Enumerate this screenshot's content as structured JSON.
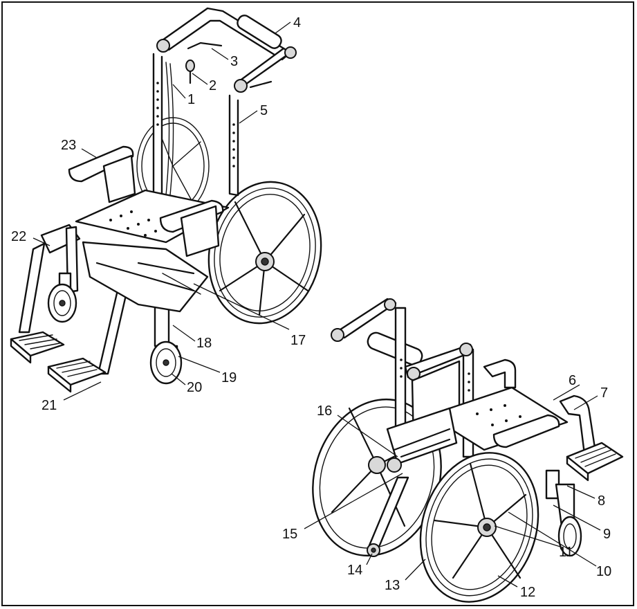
{
  "figure": {
    "background_color": "#ffffff",
    "line_color": "#111111",
    "callouts": [
      {
        "id": "1",
        "text": "1"
      },
      {
        "id": "2",
        "text": "2"
      },
      {
        "id": "3",
        "text": "3"
      },
      {
        "id": "4",
        "text": "4"
      },
      {
        "id": "5",
        "text": "5"
      },
      {
        "id": "6",
        "text": "6"
      },
      {
        "id": "7",
        "text": "7"
      },
      {
        "id": "8",
        "text": "8"
      },
      {
        "id": "9",
        "text": "9"
      },
      {
        "id": "10",
        "text": "10"
      },
      {
        "id": "11",
        "text": "11"
      },
      {
        "id": "12",
        "text": "12"
      },
      {
        "id": "13",
        "text": "13"
      },
      {
        "id": "14",
        "text": "14"
      },
      {
        "id": "15",
        "text": "15"
      },
      {
        "id": "16",
        "text": "16"
      },
      {
        "id": "17",
        "text": "17"
      },
      {
        "id": "18",
        "text": "18"
      },
      {
        "id": "19",
        "text": "19"
      },
      {
        "id": "20",
        "text": "20"
      },
      {
        "id": "21",
        "text": "21"
      },
      {
        "id": "22",
        "text": "22"
      },
      {
        "id": "23",
        "text": "23"
      }
    ]
  }
}
